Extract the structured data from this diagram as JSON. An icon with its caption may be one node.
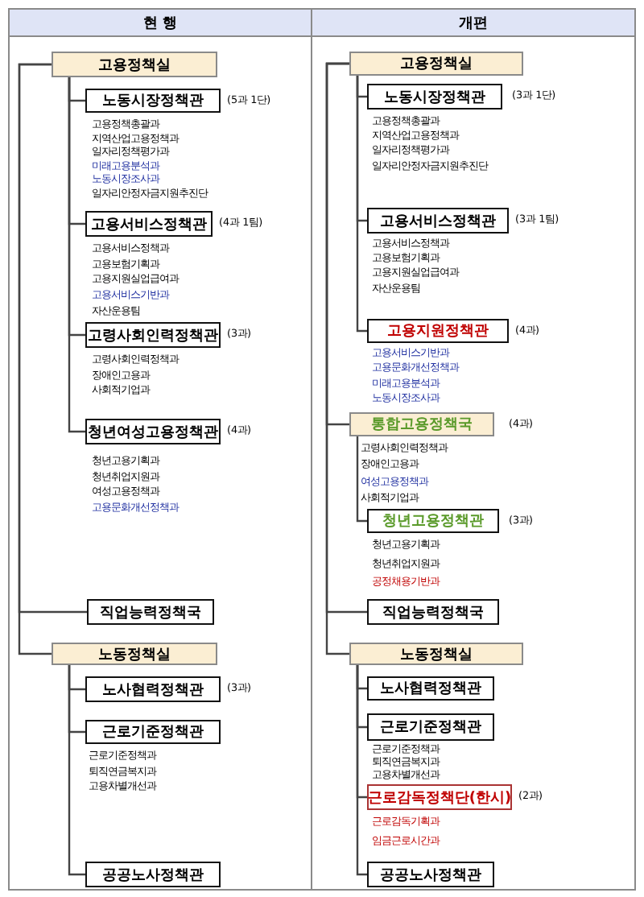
{
  "diagram": {
    "nodes": [
      {
        "text": [
          "현 행"
        ]
      },
      {
        "text": [
          "고용정책실"
        ],
        "in": 0
      },
      {
        "text": [
          "노동시장정책관"
        ],
        "in": 0,
        "beside": [
          "(5과 1단)",
          "고용정책총괄과",
          "지역산업고용정책과",
          "일자리정책평가과",
          "미래고용분석과",
          "노동시장조사과",
          "일자리안정자금지원추진단"
        ]
      },
      {
        "text": [
          "고용서비스정책관"
        ],
        "in": 0,
        "beside": [
          "(4과 1팀)",
          "고용서비스정책과",
          "고용보험기획과",
          "고용지원실업급여과",
          "고용서비스기반과",
          "자산운용팀"
        ]
      },
      {
        "text": [
          "고령사회인력정책관"
        ],
        "in": 0,
        "beside": [
          "(3과)",
          "고령사회인력정책과",
          "장애인고용과",
          "사회적기업과"
        ]
      },
      {
        "text": [
          "청년여성고용정책관"
        ],
        "in": 0,
        "beside": [
          "(4과)",
          "청년고용기획과",
          "청년취업지원과",
          "여성고용정책과",
          "고용문화개선정책과"
        ]
      },
      {
        "text": [
          "직업능력정책국"
        ],
        "in": 0
      },
      {
        "text": [
          "노동정책실"
        ],
        "in": 0
      },
      {
        "text": [
          "노사협력정책관"
        ],
        "in": 0,
        "beside": [
          "(3과)"
        ]
      },
      {
        "text": [
          "근로기준정책관"
        ],
        "in": 0,
        "beside": [
          "근로기준정책과",
          "퇴직연금복지과",
          "고용차별개선과"
        ]
      },
      {
        "text": [
          "공공노사정책관"
        ],
        "in": 0
      },
      {
        "text": [
          "개편"
        ]
      },
      {
        "text": [
          "고용정책실"
        ],
        "in": 11
      },
      {
        "text": [
          "노동시장정책관"
        ],
        "in": 11,
        "beside": [
          "(3과 1단)",
          "고용정책총괄과",
          "지역산업고용정책과",
          "일자리정책평가과",
          "일자리안정자금지원추진단"
        ]
      },
      {
        "text": [
          "고용서비스정책관"
        ],
        "in": 11,
        "beside": [
          "(3과 1팀)",
          "고용서비스정책과",
          "고용보험기획과",
          "고용지원실업급여과",
          "자산운용팀"
        ]
      },
      {
        "text": [
          "고용지원정책관"
        ],
        "in": 11,
        "beside": [
          "(4과)",
          "고용서비스기반과",
          "고용문화개선정책과",
          "미래고용분석과",
          "노동시장조사과"
        ]
      },
      {
        "text": [
          "통합고용정책국"
        ],
        "in": 11,
        "beside": [
          "(4과)",
          "고령사회인력정책과",
          "장애인고용과",
          "여성고용정책과",
          "사회적기업과"
        ]
      },
      {
        "text": [
          "청년고용정책관"
        ],
        "in": 11,
        "beside": [
          "(3과)",
          "청년고용기획과",
          "청년취업지원과",
          "공정채용기반과"
        ]
      },
      {
        "text": [
          "직업능력정책국"
        ],
        "in": 11
      },
      {
        "text": [
          "노동정책실"
        ],
        "in": 11
      },
      {
        "text": [
          "노사협력정책관"
        ],
        "in": 11
      },
      {
        "text": [
          "근로기준정책관"
        ],
        "in": 11,
        "beside": [
          "근로기준정책과",
          "퇴직연금복지과",
          "고용차별개선과"
        ]
      },
      {
        "text": [
          "근로감독정책단(한시)"
        ],
        "in": 11,
        "beside": [
          "(2과)",
          "근로감독기획과",
          "임금근로시간과"
        ]
      },
      {
        "text": [
          "공공노사정책관"
        ],
        "in": 11
      }
    ],
    "edges": [
      {
        "from": 1,
        "to": 2,
        "arrow": "none"
      },
      {
        "from": 1,
        "to": 3,
        "arrow": "none"
      },
      {
        "from": 1,
        "to": 4,
        "arrow": "none"
      },
      {
        "from": 1,
        "to": 5,
        "arrow": "none"
      },
      {
        "from": 1,
        "to": 6,
        "arrow": "none"
      },
      {
        "from": 1,
        "to": 7,
        "arrow": "none"
      },
      {
        "from": 7,
        "to": 8,
        "arrow": "none"
      },
      {
        "from": 7,
        "to": 9,
        "arrow": "none"
      },
      {
        "from": 7,
        "to": 10,
        "arrow": "none"
      },
      {
        "from": 12,
        "to": 13,
        "arrow": "none"
      },
      {
        "from": 12,
        "to": 14,
        "arrow": "none"
      },
      {
        "from": 12,
        "to": 15,
        "arrow": "none"
      },
      {
        "from": 12,
        "to": 16,
        "arrow": "none"
      },
      {
        "from": 12,
        "to": 18,
        "arrow": "none"
      },
      {
        "from": 12,
        "to": 19,
        "arrow": "none"
      },
      {
        "from": 16,
        "to": 17,
        "arrow": "none"
      },
      {
        "from": 19,
        "to": 20,
        "arrow": "none"
      },
      {
        "from": 19,
        "to": 21,
        "arrow": "none"
      },
      {
        "from": 19,
        "to": 22,
        "arrow": "none"
      },
      {
        "from": 19,
        "to": 23,
        "arrow": "none"
      }
    ]
  }
}
